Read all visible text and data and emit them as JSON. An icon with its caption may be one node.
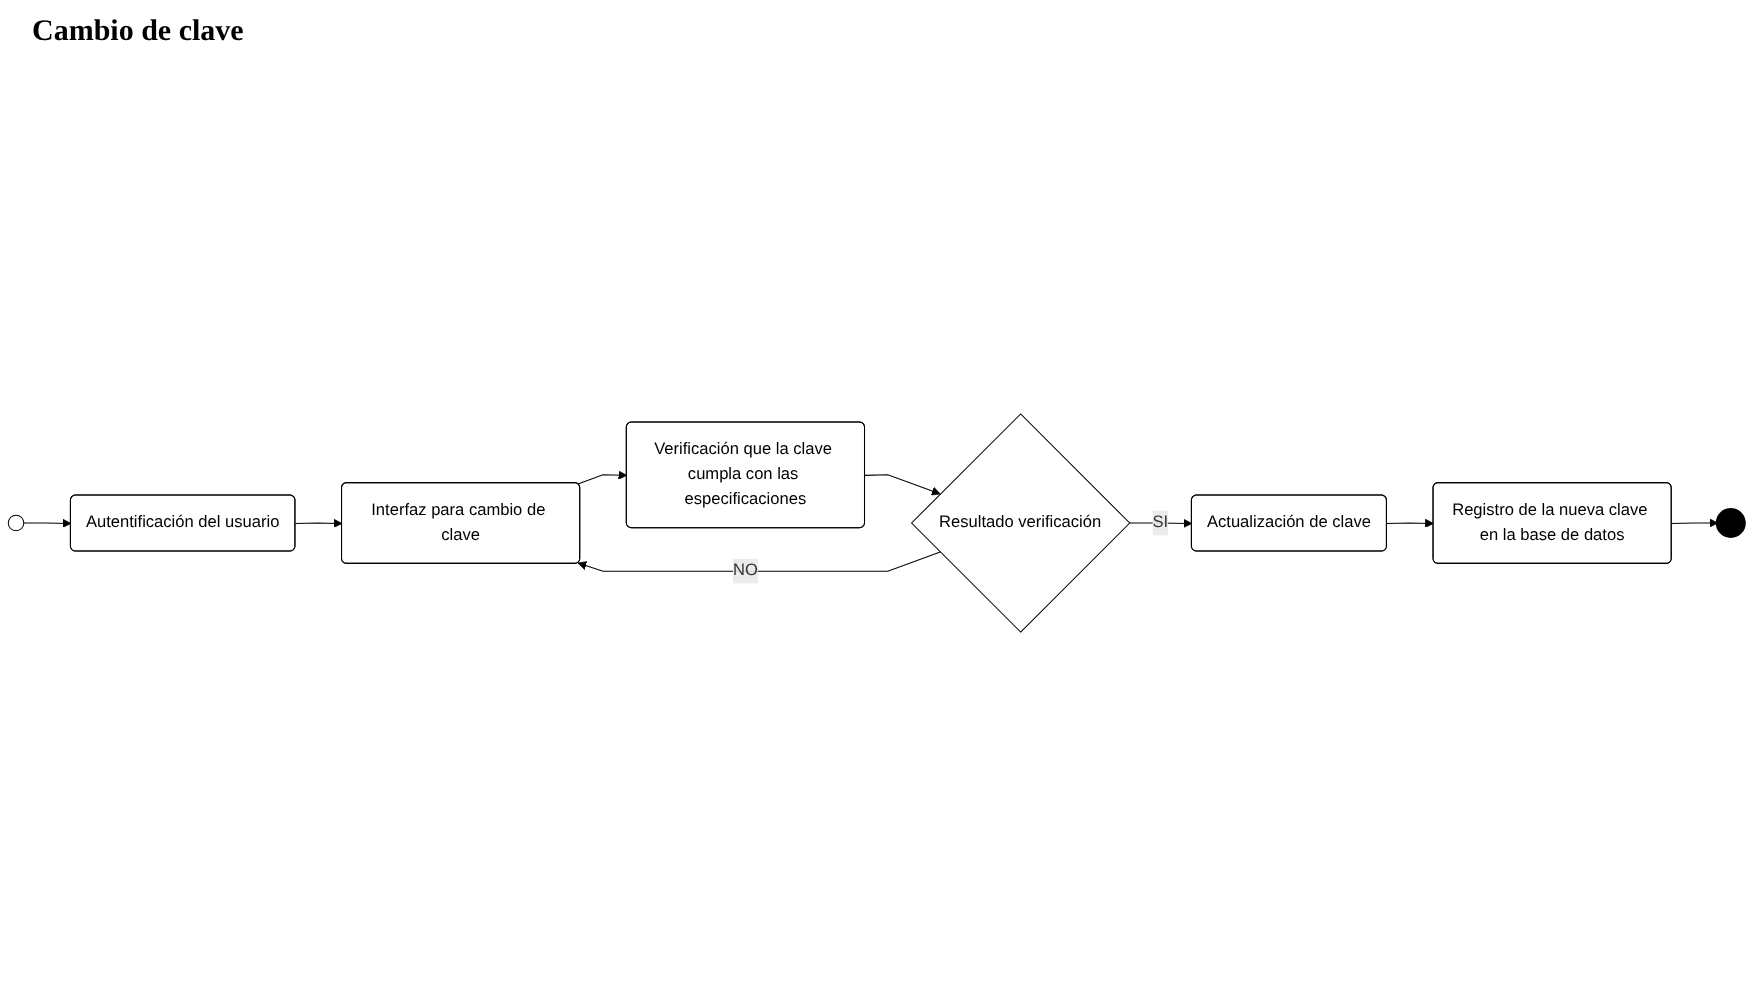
{
  "diagram": {
    "title": "Cambio de clave",
    "nodes": [
      {
        "text": [],
        "shape": "circle"
      },
      {
        "text": [
          "Autentificación del usuario"
        ]
      },
      {
        "text": [
          "Interfaz para cambio de clave"
        ]
      },
      {
        "text": [
          "Verificación que la clave cumpla con las especificaciones"
        ]
      },
      {
        "text": [
          "Resultado verificación"
        ]
      },
      {
        "text": [
          "Actualización de clave"
        ]
      },
      {
        "text": [
          "Registro de la nueva clave en la base de datos"
        ]
      },
      {
        "text": [],
        "shape": "circle"
      }
    ],
    "edges": [
      {
        "from": 0,
        "to": 1,
        "arrow": "to"
      },
      {
        "from": 1,
        "to": 2,
        "arrow": "to"
      },
      {
        "from": 2,
        "to": 3,
        "arrow": "to"
      },
      {
        "from": 3,
        "to": 4,
        "arrow": "to"
      },
      {
        "from": 4,
        "to": 2,
        "arrow": "to",
        "label": "NO"
      },
      {
        "from": 4,
        "to": 5,
        "arrow": "to",
        "label": "SI"
      },
      {
        "from": 5,
        "to": 6,
        "arrow": "to"
      },
      {
        "from": 6,
        "to": 7,
        "arrow": "to"
      }
    ]
  }
}
